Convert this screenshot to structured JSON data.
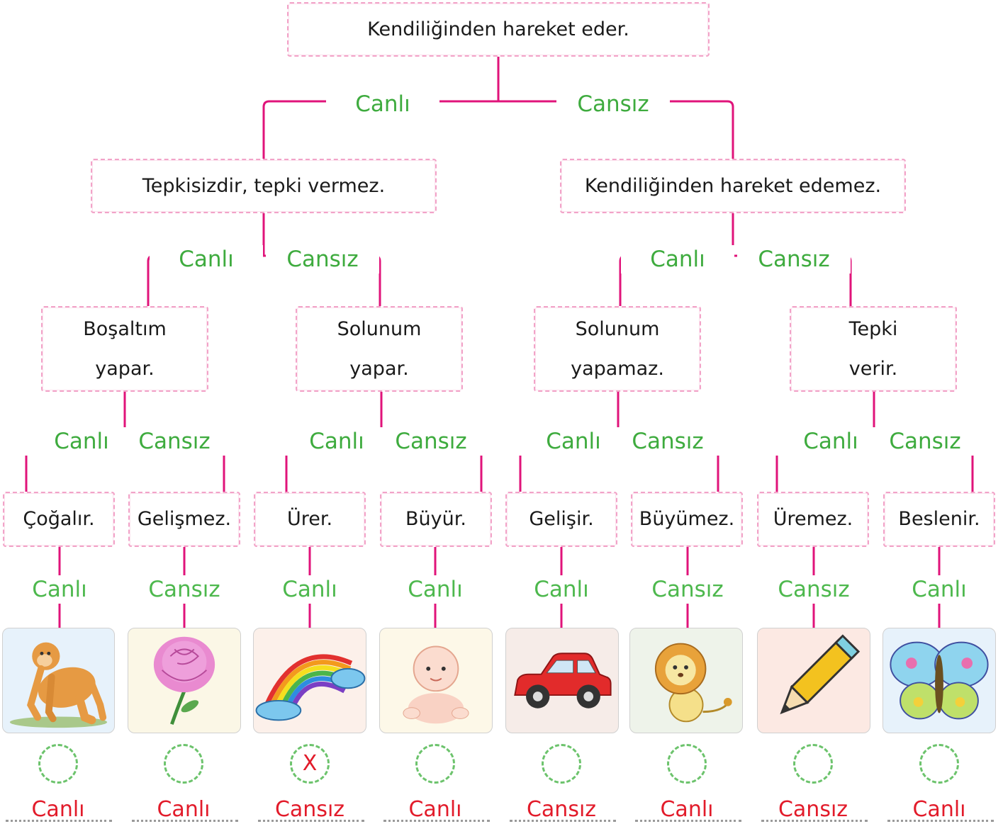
{
  "root": {
    "text": "Kendiliğinden hareket eder."
  },
  "level1": {
    "left_label": "Canlı",
    "right_label": "Cansız",
    "left_box": "Tepkisizdir, tepki vermez.",
    "right_box": "Kendiliğinden hareket edemez."
  },
  "level2": {
    "labels": [
      "Canlı",
      "Cansız",
      "Canlı",
      "Cansız"
    ],
    "boxes": [
      {
        "line1": "Boşaltım",
        "line2": "yapar."
      },
      {
        "line1": "Solunum",
        "line2": "yapar."
      },
      {
        "line1": "Solunum",
        "line2": "yapamaz."
      },
      {
        "line1": "Tepki",
        "line2": "verir."
      }
    ]
  },
  "level3": {
    "labels": [
      "Canlı",
      "Cansız",
      "Canlı",
      "Cansız",
      "Canlı",
      "Cansız",
      "Canlı",
      "Cansız"
    ],
    "boxes": [
      "Çoğalır.",
      "Gelişmez.",
      "Ürer.",
      "Büyür.",
      "Gelişir.",
      "Büyümez.",
      "Üremez.",
      "Beslenir."
    ]
  },
  "results": [
    "Canlı",
    "Cansız",
    "Canlı",
    "Canlı",
    "Canlı",
    "Cansız",
    "Cansız",
    "Canlı"
  ],
  "pictures": [
    {
      "icon": "monkey-icon",
      "bg": "#e7f2fb"
    },
    {
      "icon": "rose-icon",
      "bg": "#fbf7e6"
    },
    {
      "icon": "rainbow-icon",
      "bg": "#fcf0ea"
    },
    {
      "icon": "baby-icon",
      "bg": "#fdf8e8"
    },
    {
      "icon": "car-icon",
      "bg": "#f6ece8"
    },
    {
      "icon": "lion-icon",
      "bg": "#eef3ea"
    },
    {
      "icon": "pencil-icon",
      "bg": "#fce9e3"
    },
    {
      "icon": "butterfly-icon",
      "bg": "#e7f2fb"
    }
  ],
  "marks": [
    "",
    "",
    "X",
    "",
    "",
    "",
    "",
    ""
  ],
  "answers": [
    "Canlı",
    "Canlı",
    "Cansız",
    "Canlı",
    "Cansız",
    "Canlı",
    "Cansız",
    "Canlı"
  ],
  "colors": {
    "line": "#e0137a",
    "label_green": "#3eab3e",
    "box_border": "#f2a3c8",
    "answer_red": "#e21b2a"
  }
}
